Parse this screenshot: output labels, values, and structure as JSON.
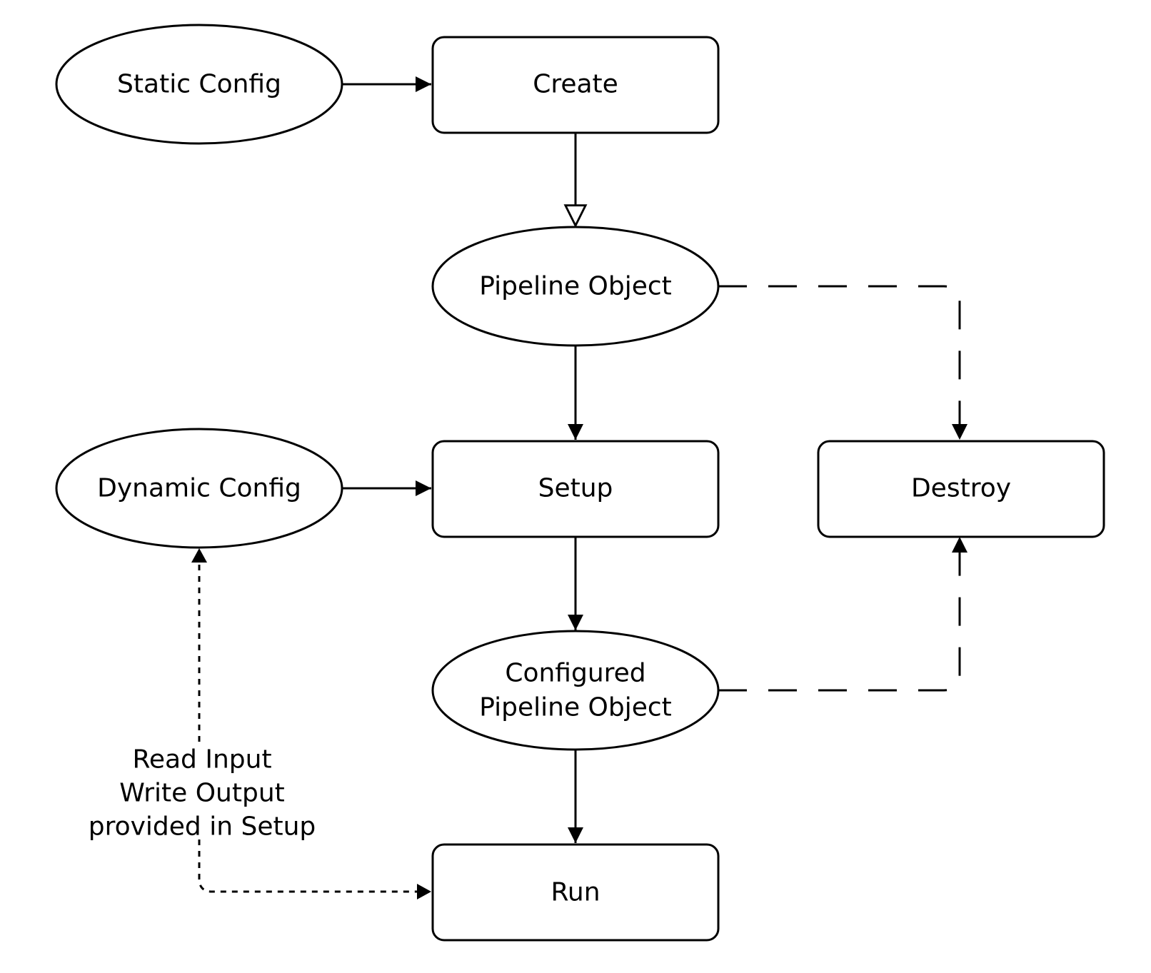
{
  "nodes": {
    "static_config": "Static Config",
    "create": "Create",
    "pipeline_object": "Pipeline Object",
    "dynamic_config": "Dynamic Config",
    "setup": "Setup",
    "destroy": "Destroy",
    "configured_pipeline_object": [
      "Configured",
      "Pipeline Object"
    ],
    "run": "Run"
  },
  "annotation": [
    "Read Input",
    "Write Output",
    "provided in Setup"
  ],
  "colors": {
    "stroke": "#000000",
    "fill": "#ffffff",
    "text": "#000000"
  }
}
